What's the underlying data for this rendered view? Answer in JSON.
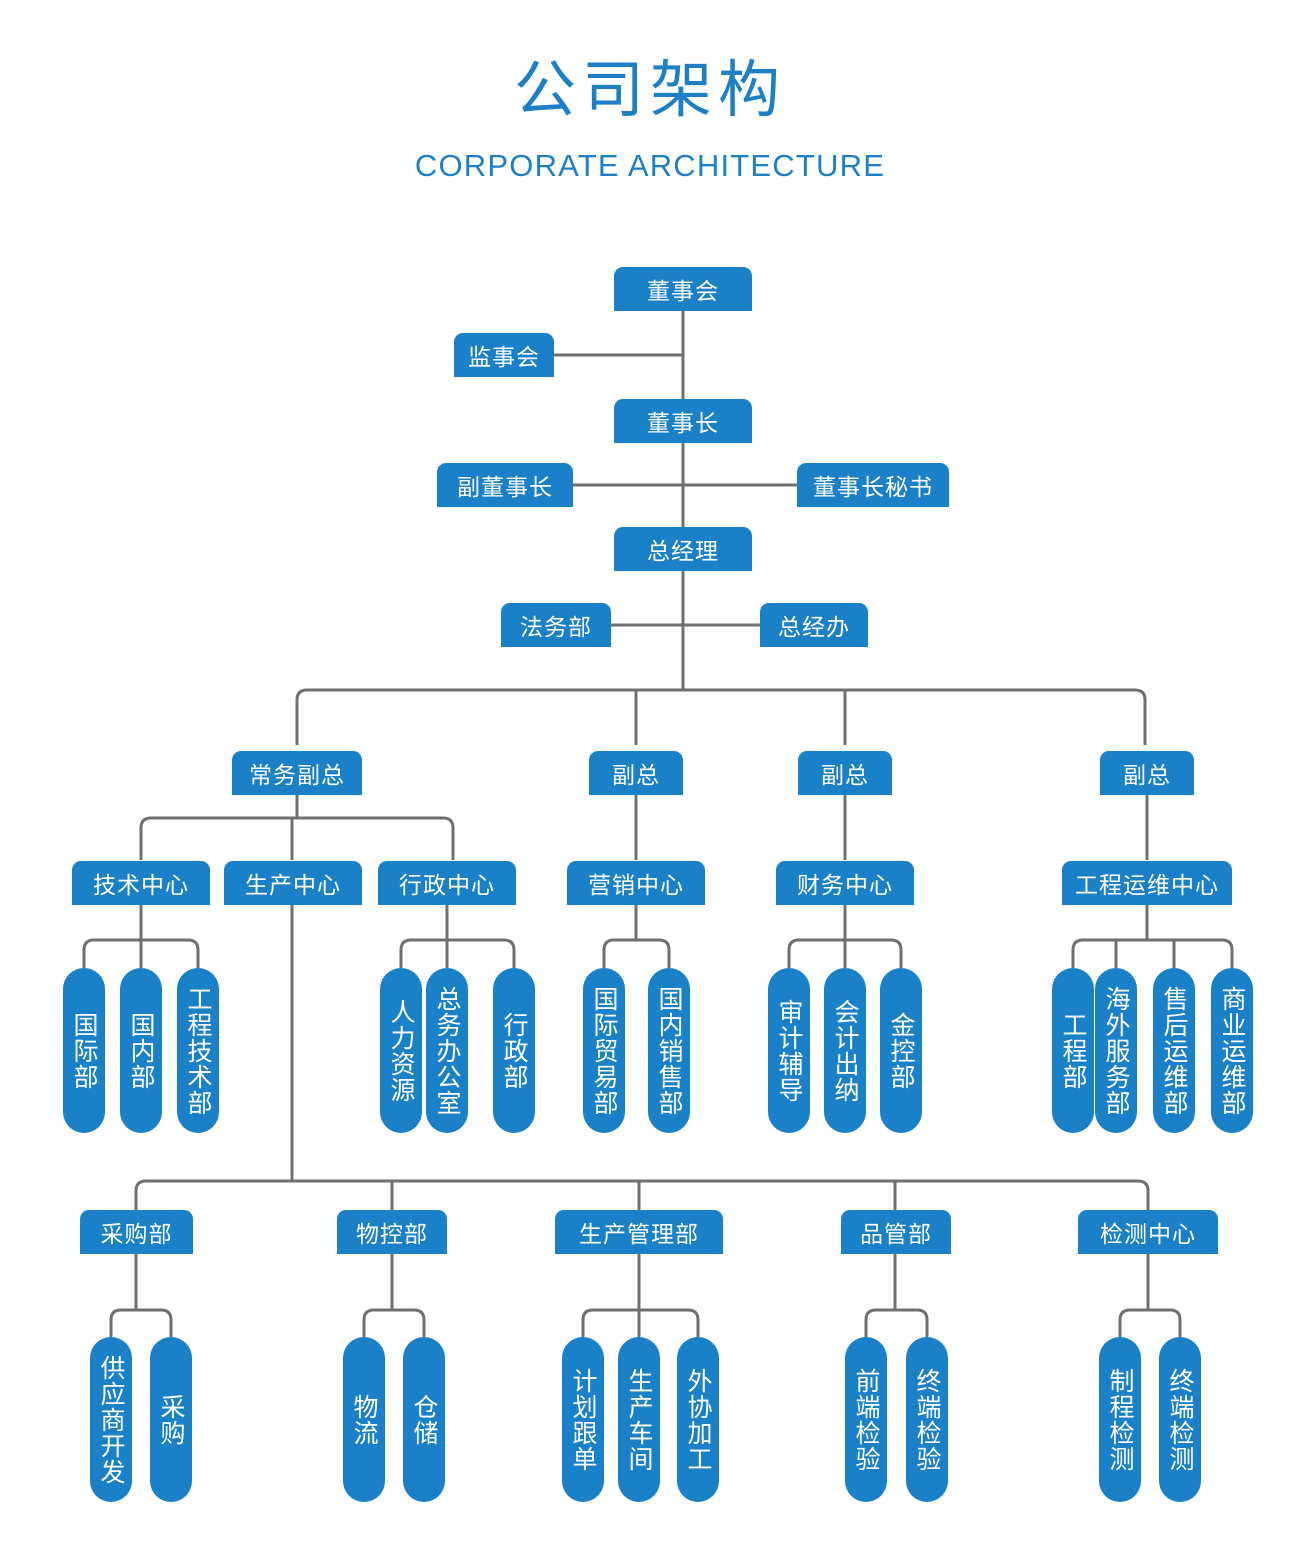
{
  "header": {
    "title_zh": "公司架构",
    "title_en": "CORPORATE ARCHITECTURE",
    "accent_color": "#1f7fc4"
  },
  "theme": {
    "box_fill": "#1a80c8",
    "box_text": "#ffffff",
    "connector": "#707070",
    "background": "#ffffff"
  },
  "chart_data": {
    "type": "diagram",
    "title": "公司架构",
    "subtitle": "CORPORATE ARCHITECTURE",
    "orientation": "top-down organizational hierarchy",
    "nodes": {
      "board": "董事会",
      "supervisory": "监事会",
      "chairman": "董事长",
      "vice_chairman": "副董事长",
      "chairman_secretary": "董事长秘书",
      "general_manager": "总经理",
      "legal": "法务部",
      "gm_office": "总经办",
      "vp_exec": "常务副总",
      "vp_2": "副总",
      "vp_3": "副总",
      "vp_4": "副总",
      "tech_center": "技术中心",
      "prod_center": "生产中心",
      "admin_center": "行政中心",
      "market_center": "营销中心",
      "finance_center": "财务中心",
      "eng_ops_center": "工程运维中心",
      "tech_children": [
        "国际部",
        "国内部",
        "工程技术部"
      ],
      "admin_children": [
        "人力资源",
        "总务办公室",
        "行政部"
      ],
      "market_children": [
        "国际贸易部",
        "国内销售部"
      ],
      "finance_children": [
        "审计辅导",
        "会计出纳",
        "金控部"
      ],
      "eng_ops_children": [
        "工程部",
        "海外服务部",
        "售后运维部",
        "商业运维部"
      ],
      "purchasing": "采购部",
      "purchasing_children": [
        "供应商开发",
        "采购"
      ],
      "material_control": "物控部",
      "material_children": [
        "物流",
        "仓储"
      ],
      "production_mgmt": "生产管理部",
      "production_children": [
        "计划跟单",
        "生产车间",
        "外协加工"
      ],
      "quality_control": "品管部",
      "quality_children": [
        "前端检验",
        "终端检验"
      ],
      "testing_center": "检测中心",
      "testing_children": [
        "制程检测",
        "终端检测"
      ]
    },
    "edges": [
      [
        "董事会",
        "监事会"
      ],
      [
        "董事会",
        "董事长"
      ],
      [
        "董事长",
        "副董事长"
      ],
      [
        "董事长",
        "董事长秘书"
      ],
      [
        "董事长",
        "总经理"
      ],
      [
        "总经理",
        "法务部"
      ],
      [
        "总经理",
        "总经办"
      ],
      [
        "总经理",
        "常务副总"
      ],
      [
        "总经理",
        "副总"
      ],
      [
        "常务副总",
        "技术中心"
      ],
      [
        "常务副总",
        "生产中心"
      ],
      [
        "常务副总",
        "行政中心"
      ],
      [
        "副总",
        "营销中心"
      ],
      [
        "副总",
        "财务中心"
      ],
      [
        "副总",
        "工程运维中心"
      ],
      [
        "技术中心",
        "国际部"
      ],
      [
        "技术中心",
        "国内部"
      ],
      [
        "技术中心",
        "工程技术部"
      ],
      [
        "行政中心",
        "人力资源"
      ],
      [
        "行政中心",
        "总务办公室"
      ],
      [
        "行政中心",
        "行政部"
      ],
      [
        "营销中心",
        "国际贸易部"
      ],
      [
        "营销中心",
        "国内销售部"
      ],
      [
        "财务中心",
        "审计辅导"
      ],
      [
        "财务中心",
        "会计出纳"
      ],
      [
        "财务中心",
        "金控部"
      ],
      [
        "工程运维中心",
        "工程部"
      ],
      [
        "工程运维中心",
        "海外服务部"
      ],
      [
        "工程运维中心",
        "售后运维部"
      ],
      [
        "工程运维中心",
        "商业运维部"
      ],
      [
        "生产中心",
        "采购部"
      ],
      [
        "生产中心",
        "物控部"
      ],
      [
        "生产中心",
        "生产管理部"
      ],
      [
        "生产中心",
        "品管部"
      ],
      [
        "生产中心",
        "检测中心"
      ],
      [
        "采购部",
        "供应商开发"
      ],
      [
        "采购部",
        "采购"
      ],
      [
        "物控部",
        "物流"
      ],
      [
        "物控部",
        "仓储"
      ],
      [
        "生产管理部",
        "计划跟单"
      ],
      [
        "生产管理部",
        "生产车间"
      ],
      [
        "生产管理部",
        "外协加工"
      ],
      [
        "品管部",
        "前端检验"
      ],
      [
        "品管部",
        "终端检验"
      ],
      [
        "检测中心",
        "制程检测"
      ],
      [
        "检测中心",
        "终端检测"
      ]
    ]
  }
}
